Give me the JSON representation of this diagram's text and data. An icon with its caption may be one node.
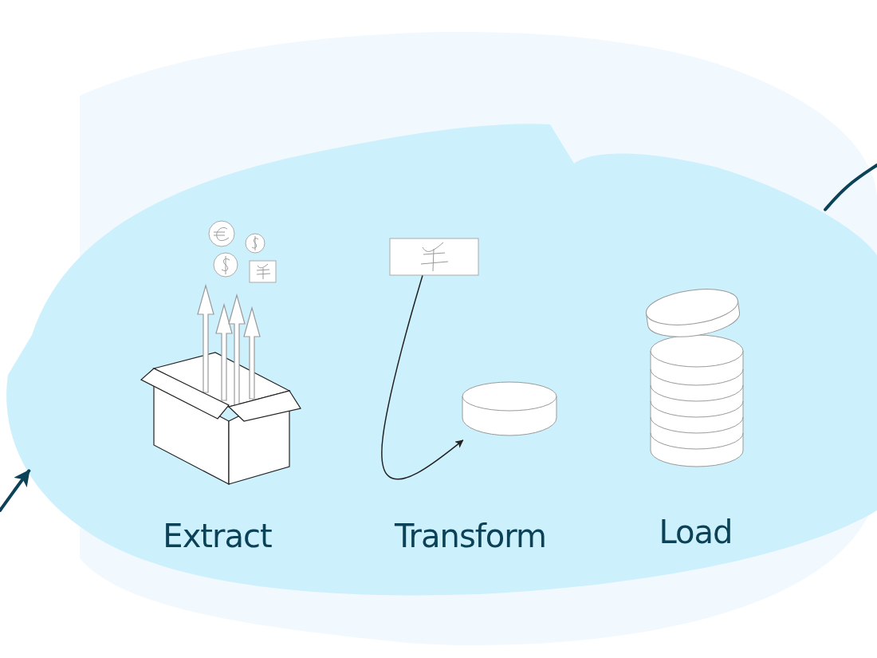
{
  "diagram": {
    "nodes": [
      {
        "text": [],
        "shape": "cloud"
      },
      {
        "text": [
          "Extract"
        ],
        "in": 0
      },
      {
        "text": [
          "Transform"
        ],
        "in": 0
      },
      {
        "text": [],
        "shape": "picture",
        "in": 2
      },
      {
        "text": [],
        "shape": "cylinder",
        "in": 2
      },
      {
        "text": [
          "Load"
        ],
        "in": 0
      }
    ],
    "edges": [
      {
        "from": null,
        "to": 0,
        "arrow": "to"
      },
      {
        "from": 3,
        "to": 4,
        "arrow": "to",
        "color": "#222222"
      },
      {
        "from": 0,
        "to": null,
        "arrow": "none"
      }
    ]
  }
}
